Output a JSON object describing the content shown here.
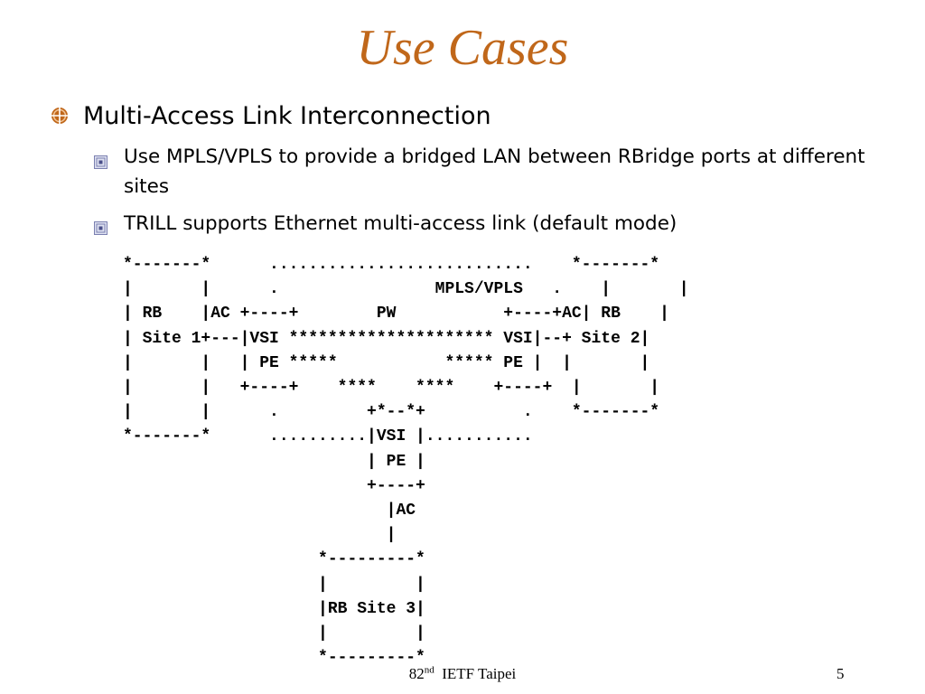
{
  "slide": {
    "title": "Use Cases",
    "bullet": {
      "text": "Multi-Access Link Interconnection",
      "icon": "circle-target-icon"
    },
    "sub_bullets": [
      {
        "text": "Use MPLS/VPLS to provide a bridged LAN between RBridge ports at different sites",
        "icon": "square-dot-icon"
      },
      {
        "text": "TRILL supports Ethernet multi-access link  (default mode)",
        "icon": "square-dot-icon"
      }
    ],
    "diagram_text": "*-------*      ...........................    *-------*\n|       |      .                MPLS/VPLS   .    |       |\n| RB    |AC +----+        PW           +----+AC| RB    |\n| Site 1+---|VSI ********************* VSI|--+ Site 2|\n|       |   | PE *****           ***** PE |  |       |\n|       |   +----+    ****    ****    +----+  |       |\n|       |      .         +*--*+          .    *-------*\n*-------*      ..........|VSI |...........\n                         | PE |\n                         +----+\n                           |AC\n                           |\n                    *---------*\n                    |         |\n                    |RB Site 3|\n                    |         |\n                    *---------*"
  },
  "footer": {
    "number": "82",
    "superscript": "nd",
    "event": "IETF Taipei",
    "page_number": "5"
  },
  "colors": {
    "title": "#c0671a",
    "bullet_icon": "#c0671a",
    "sub_icon": "#7a7fb0"
  }
}
